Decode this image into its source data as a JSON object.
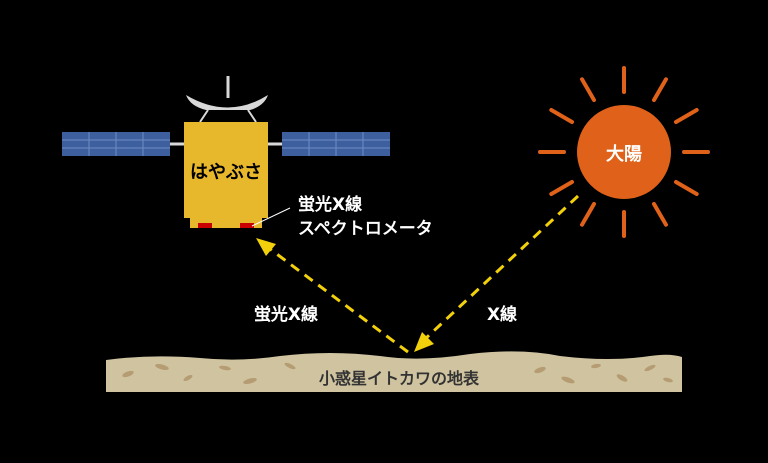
{
  "satellite": {
    "name": "はやぶさ"
  },
  "instrument": {
    "line1": "蛍光X線",
    "line2": "スペクトロメータ"
  },
  "sun": {
    "name": "大陽"
  },
  "rays": {
    "fluorescent_label": "蛍光X線",
    "xray_label": "X線"
  },
  "ground": {
    "label": "小惑星イトカワの地表"
  },
  "colors": {
    "background": "#000000",
    "sun_body": "#e0621a",
    "sun_rays": "#e0621a",
    "satellite_body": "#e8b82c",
    "solar_panel": "#3d5f9e",
    "ray_arrow": "#f2d10c",
    "ground": "#cfc3a0",
    "rock": "#b59c73"
  }
}
